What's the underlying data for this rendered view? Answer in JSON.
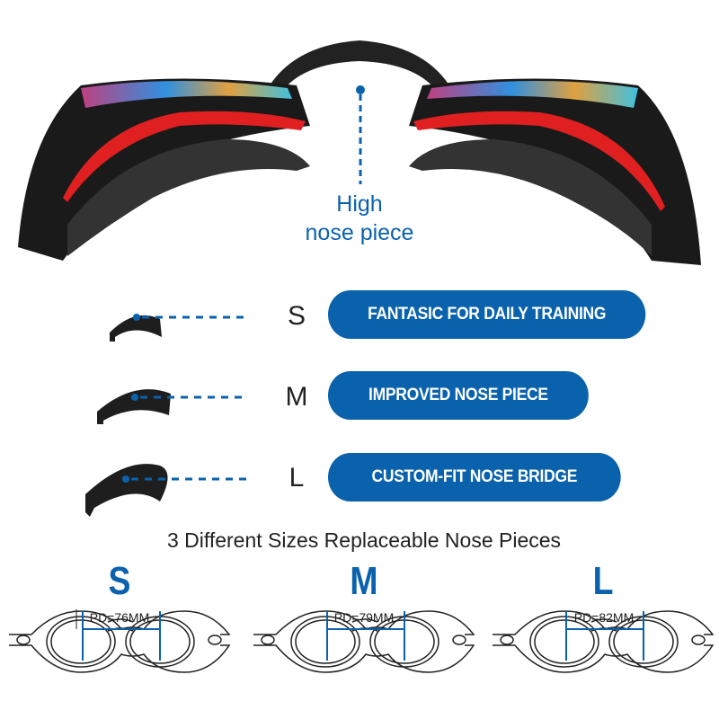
{
  "callout": {
    "line1": "High",
    "line2": "nose piece"
  },
  "sizes": [
    {
      "letter": "S",
      "feature": "FANTASIC FOR DAILY TRAINING"
    },
    {
      "letter": "M",
      "feature": "IMPROVED NOSE PIECE"
    },
    {
      "letter": "L",
      "feature": "CUSTOM-FIT NOSE BRIDGE"
    }
  ],
  "heading": "3 Different Sizes Replaceable Nose Pieces",
  "pd": [
    {
      "letter": "S",
      "label": "PD=76MM"
    },
    {
      "letter": "M",
      "label": "PD=79MM"
    },
    {
      "letter": "L",
      "label": "PD=82MM"
    }
  ],
  "colors": {
    "accent": "#0a62ad",
    "strap_red": "#e02020",
    "frame": "#1a1a1a"
  }
}
